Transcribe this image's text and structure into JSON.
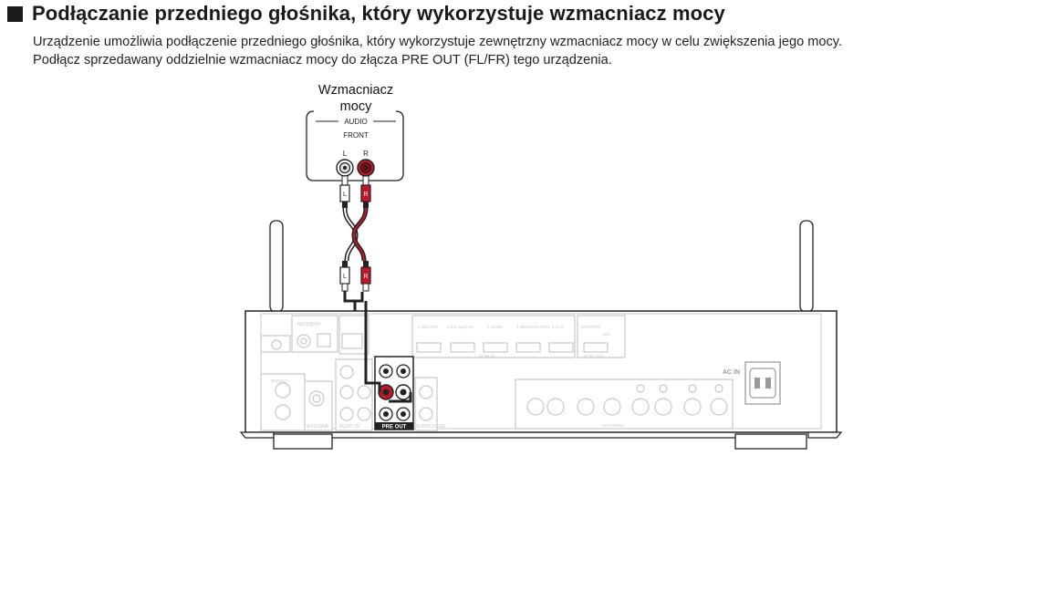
{
  "heading": {
    "icon": "square-bullet-icon",
    "title": "Podłączanie przedniego głośnika, który wykorzystuje wzmacniacz mocy"
  },
  "description": {
    "line1": "Urządzenie umożliwia podłączenie przedniego głośnika, który wykorzystuje zewnętrzny wzmacniacz mocy w celu zwiększenia jego mocy.",
    "line2": "Podłącz sprzedawany oddzielnie wzmacniacz mocy do złącza PRE OUT (FL/FR) tego urządzenia."
  },
  "amplifier": {
    "label_line1": "Wzmacniacz",
    "label_line2": "mocy",
    "section_label": "AUDIO",
    "sub_label": "FRONT",
    "left_jack": "L",
    "right_jack": "R"
  },
  "cable": {
    "plug_left": "L",
    "plug_right": "R"
  },
  "receiver": {
    "pre_out_label": "PRE OUT",
    "ac_in_label": "AC IN",
    "input_labels": [
      "1 CBL/SAT",
      "2 Blu-ray/DVD",
      "3 GAME",
      "4 MEDIA PLAYER",
      "5 AUX"
    ],
    "monitor_label": "MONITOR",
    "arc_label": "ARC",
    "hdmi_in_label": "HDMI IN",
    "hdmi_out_label": "HDMI OUT",
    "network_label": "NETWORK",
    "phono_label": "PHONO",
    "antenna_label": "ANTENNA",
    "speakers_label": "SPEAKERS",
    "audio_in_label": "AUDIO IN",
    "subwoofer_label": "SUBWOOFER"
  },
  "colors": {
    "right_channel": "#c0182a",
    "outline": "#222222",
    "faded": "#c8c8c8"
  }
}
